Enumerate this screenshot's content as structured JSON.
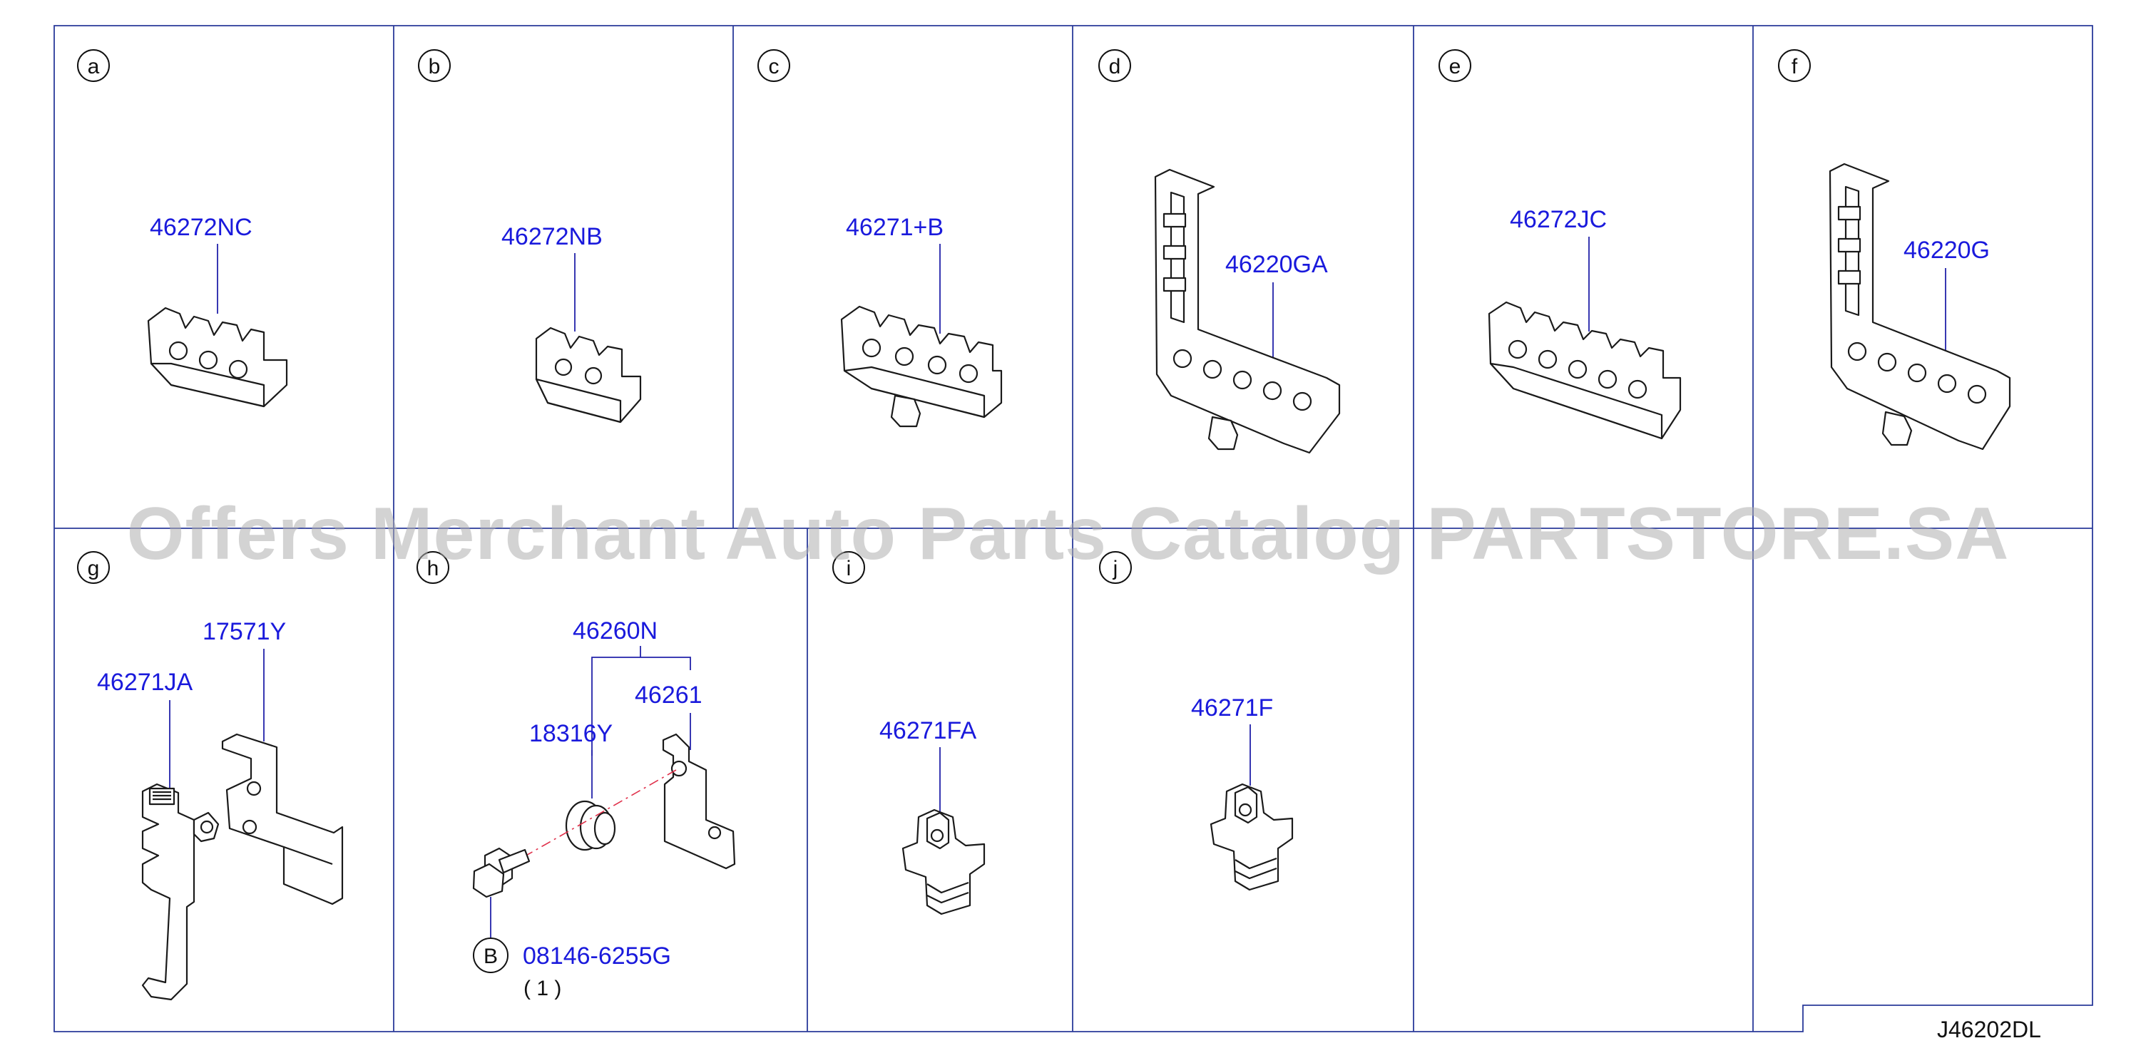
{
  "cells": [
    {
      "letter": "a",
      "parts": [
        "46272NC"
      ]
    },
    {
      "letter": "b",
      "parts": [
        "46272NB"
      ]
    },
    {
      "letter": "c",
      "parts": [
        "46271+B"
      ]
    },
    {
      "letter": "d",
      "parts": [
        "46220GA"
      ]
    },
    {
      "letter": "e",
      "parts": [
        "46272JC"
      ]
    },
    {
      "letter": "f",
      "parts": [
        "46220G"
      ]
    },
    {
      "letter": "g",
      "parts": [
        "17571Y",
        "46271JA"
      ]
    },
    {
      "letter": "h",
      "parts": [
        "46260N",
        "46261",
        "18316Y",
        "08146-6255G"
      ],
      "bolt_marker": "B",
      "quantity": "( 1 )"
    },
    {
      "letter": "i",
      "parts": [
        "46271FA"
      ]
    },
    {
      "letter": "j",
      "parts": [
        "46271F"
      ]
    }
  ],
  "footer_code": "J46202DL",
  "watermark": "Offers Merchant Auto Parts Catalog PARTSTORE.SA",
  "colors": {
    "label": "#1a1adc",
    "grid": "#2a3a9a",
    "watermark": "#afafaf"
  }
}
